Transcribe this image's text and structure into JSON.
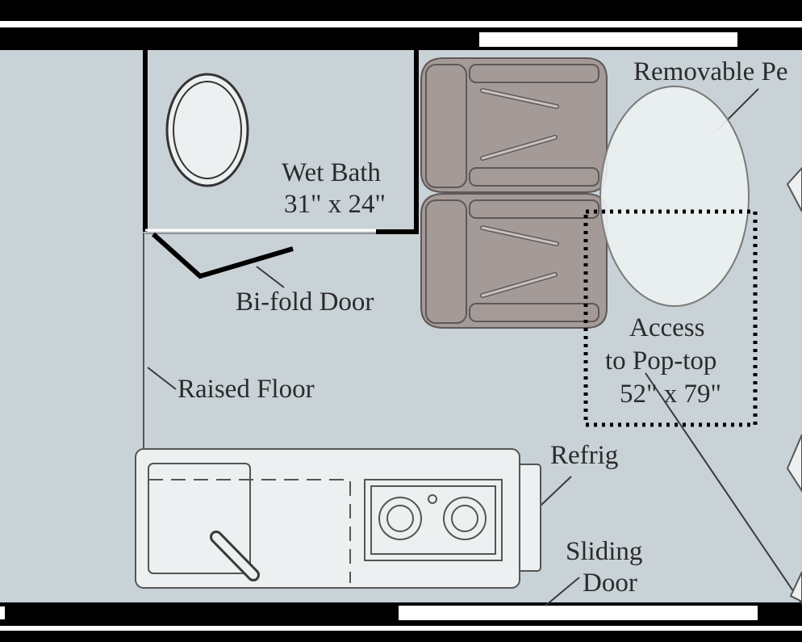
{
  "colors": {
    "floor": "#c9d2d7",
    "wall": "#000000",
    "seat_fill": "#a49a98",
    "seat_stroke": "#5f5856",
    "fixture_fill": "#ecf0f1",
    "line": "#3a3a3a",
    "label": "#2b2b2b"
  },
  "labels": {
    "removable_pedestal": "Removable Pe",
    "wet_bath_line1": "Wet Bath",
    "wet_bath_line2": "31\" x 24\"",
    "bifold_door": "Bi-fold Door",
    "raised_floor": "Raised Floor",
    "access_line1": "Access",
    "access_line2": "to Pop-top",
    "access_line3": "52\" x 79\"",
    "refrig": "Refrig",
    "sliding_line1": "Sliding",
    "sliding_line2": "Door"
  }
}
